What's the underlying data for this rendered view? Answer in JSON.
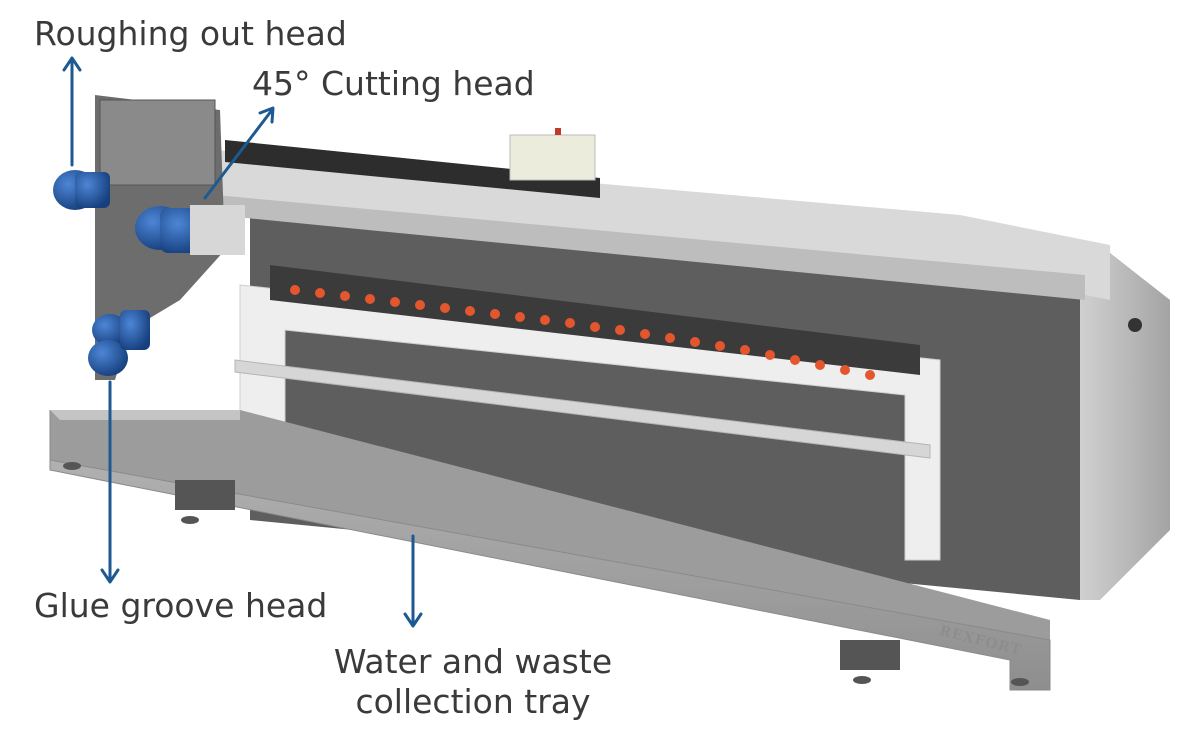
{
  "callouts": {
    "roughing_out_head": "Roughing out head",
    "cutting_head": "45° Cutting head",
    "glue_groove_head": "Glue groove head",
    "water_tray_line1": "Water and waste",
    "water_tray_line2": "collection tray"
  },
  "machine": {
    "brand_mark": "REXFORT"
  },
  "colors": {
    "arrow": "#1d5a92",
    "label_text": "#3a3a3a",
    "motor_blue": "#1f57a8",
    "frame_white": "#ececec",
    "steel": "#a9a9a9",
    "suction_cup": "#e4572e"
  },
  "icons": [
    "arrow-up-icon",
    "arrow-down-icon",
    "arrow-diagonal-icon"
  ]
}
